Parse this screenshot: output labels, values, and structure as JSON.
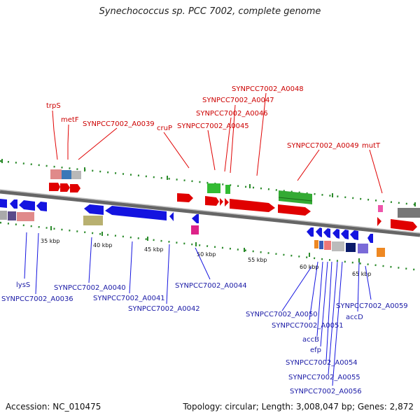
{
  "title": "Synechococcus sp. PCC 7002, complete genome",
  "accession": "Accession: NC_010475",
  "summary": "Topology: circular; Length: 3,008,047 bp; Genes: 2,872",
  "scale_labels": [
    "35 kbp",
    "40 kbp",
    "45 kbp",
    "50 kbp",
    "55 kbp",
    "60 kbp",
    "65 kbp"
  ],
  "forward_labels": [
    "trpS",
    "metF",
    "SYNPCC7002_A0039",
    "cruP",
    "SYNPCC7002_A0045",
    "SYNPCC7002_A0046",
    "SYNPCC7002_A0047",
    "SYNPCC7002_A0048",
    "SYNPCC7002_A0049",
    "mutT"
  ],
  "reverse_labels": [
    "lysS",
    "SYNPCC7002_A0036",
    "SYNPCC7002_A0040",
    "SYNPCC7002_A0041",
    "SYNPCC7002_A0042",
    "SYNPCC7002_A0044",
    "SYNPCC7002_A0050",
    "SYNPCC7002_A0051",
    "accB",
    "efp",
    "SYNPCC7002_A0054",
    "SYNPCC7002_A0055",
    "SYNPCC7002_A0056",
    "accD",
    "SYNPCC7002_A0059"
  ],
  "colors": {
    "forward": "#cc0000",
    "reverse": "#1a1aa6",
    "backbone": "#777777",
    "ticks": "#2a8a2a"
  }
}
